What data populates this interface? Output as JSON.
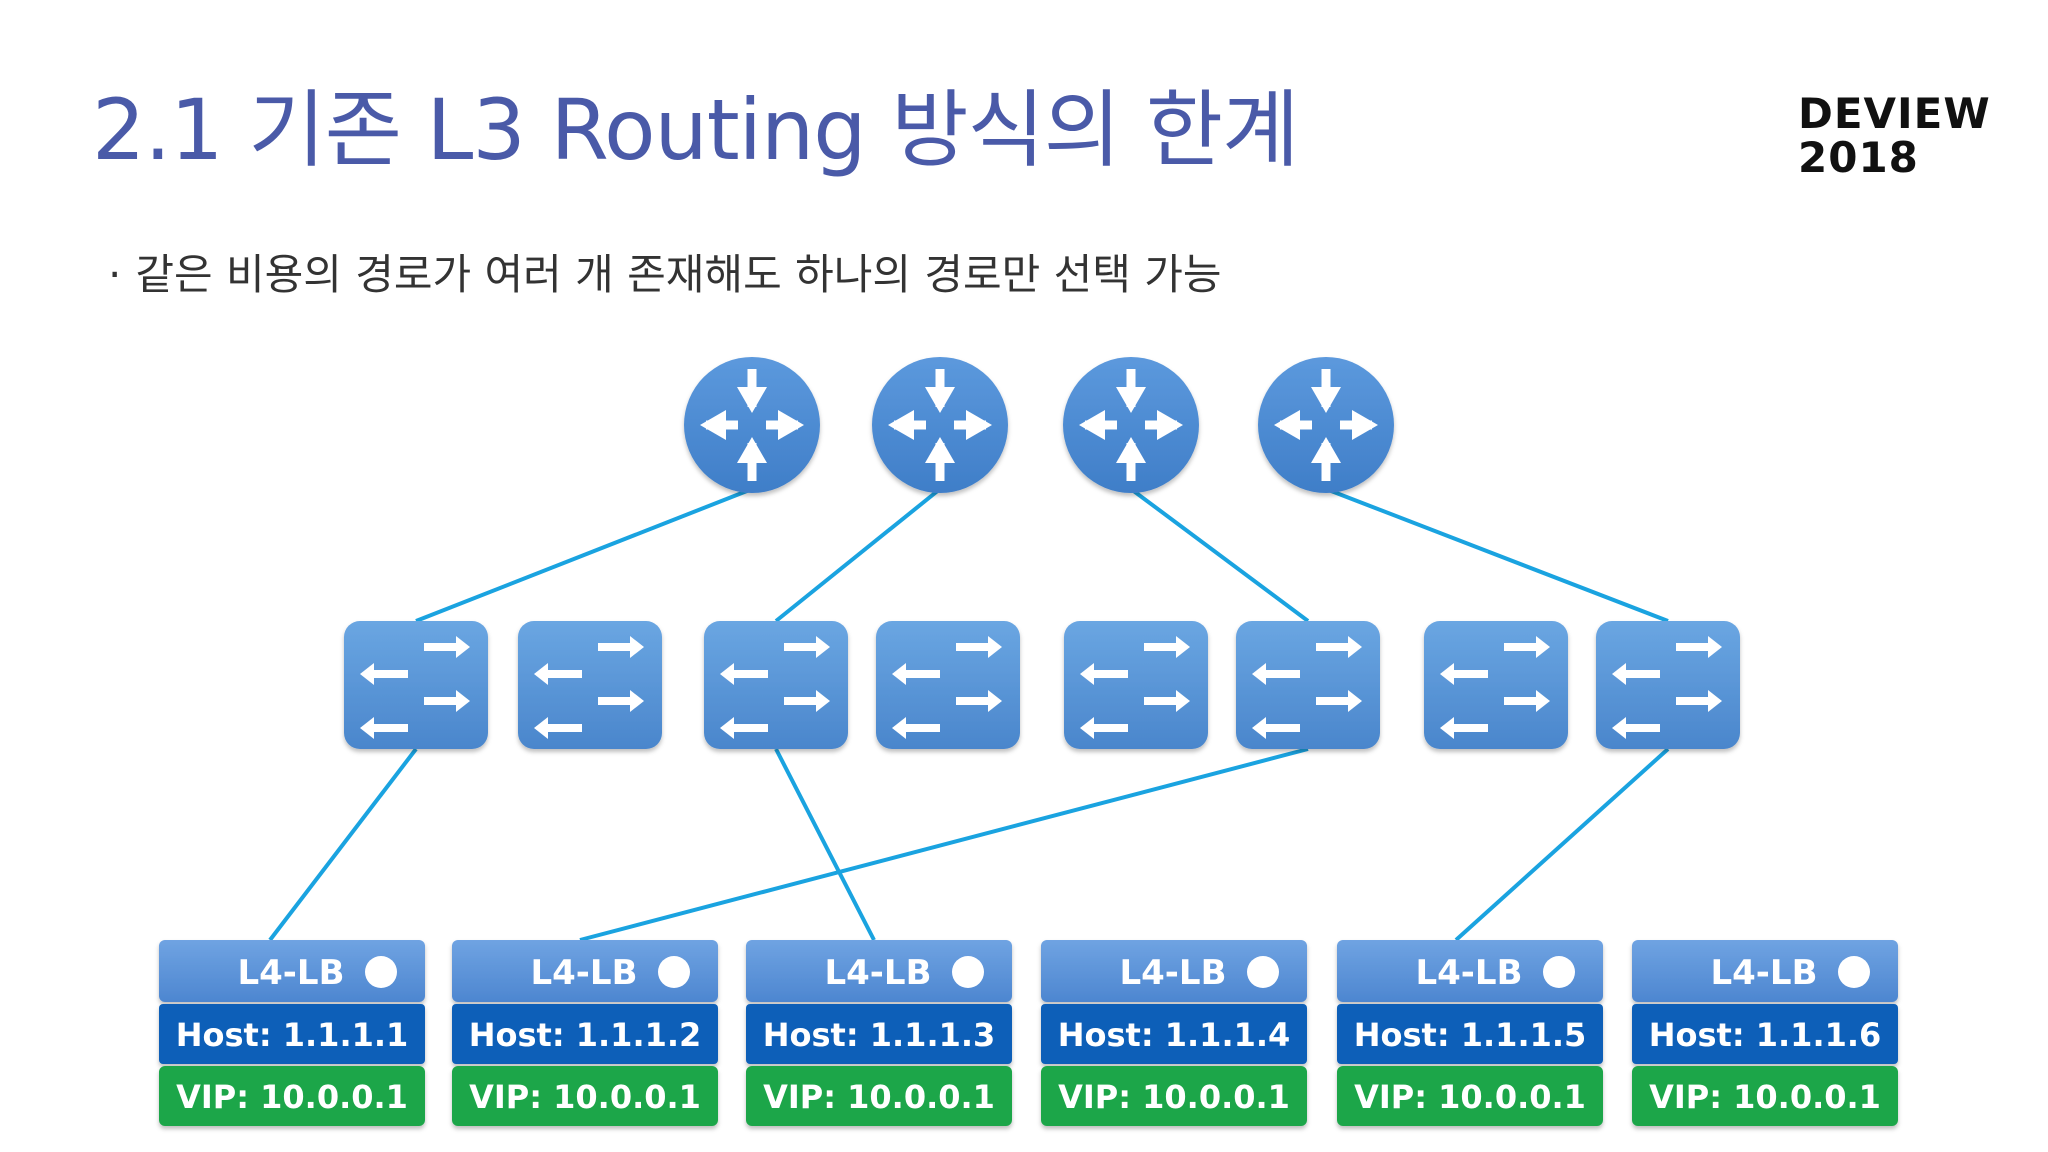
{
  "slide": {
    "title": "2.1 기존 L3 Routing 방식의 한계",
    "logo_line1": "DEVIEW",
    "logo_line2": "2018",
    "bullet_marker": "·",
    "bullet_text": "같은 비용의 경로가 여러 개 존재해도 하나의 경로만 선택 가능"
  },
  "colors": {
    "title": "#4a5aa8",
    "router": "#4f8fd6",
    "switch": "#5b9bdc",
    "link": "#1aa3e0",
    "lb_header": "#5a92d8",
    "host_bar": "#0a5fb8",
    "vip_bar": "#1fa64a"
  },
  "icons": {
    "router": "router-icon",
    "switch": "switch-icon",
    "status": "status-circle-icon"
  },
  "diagram": {
    "routers": 4,
    "switches": 8,
    "links": [
      {
        "from": "router-1",
        "to": "switch-1"
      },
      {
        "from": "router-2",
        "to": "switch-3"
      },
      {
        "from": "router-3",
        "to": "switch-6"
      },
      {
        "from": "router-4",
        "to": "switch-8"
      },
      {
        "from": "switch-1",
        "to": "lb-1"
      },
      {
        "from": "switch-3",
        "to": "lb-3"
      },
      {
        "from": "switch-6",
        "to": "lb-2"
      },
      {
        "from": "switch-8",
        "to": "lb-5"
      }
    ],
    "load_balancers": [
      {
        "label": "L4-LB",
        "host": "Host: 1.1.1.1",
        "vip": "VIP: 10.0.0.1"
      },
      {
        "label": "L4-LB",
        "host": "Host: 1.1.1.2",
        "vip": "VIP: 10.0.0.1"
      },
      {
        "label": "L4-LB",
        "host": "Host: 1.1.1.3",
        "vip": "VIP: 10.0.0.1"
      },
      {
        "label": "L4-LB",
        "host": "Host: 1.1.1.4",
        "vip": "VIP: 10.0.0.1"
      },
      {
        "label": "L4-LB",
        "host": "Host: 1.1.1.5",
        "vip": "VIP: 10.0.0.1"
      },
      {
        "label": "L4-LB",
        "host": "Host: 1.1.1.6",
        "vip": "VIP: 10.0.0.1"
      }
    ]
  }
}
